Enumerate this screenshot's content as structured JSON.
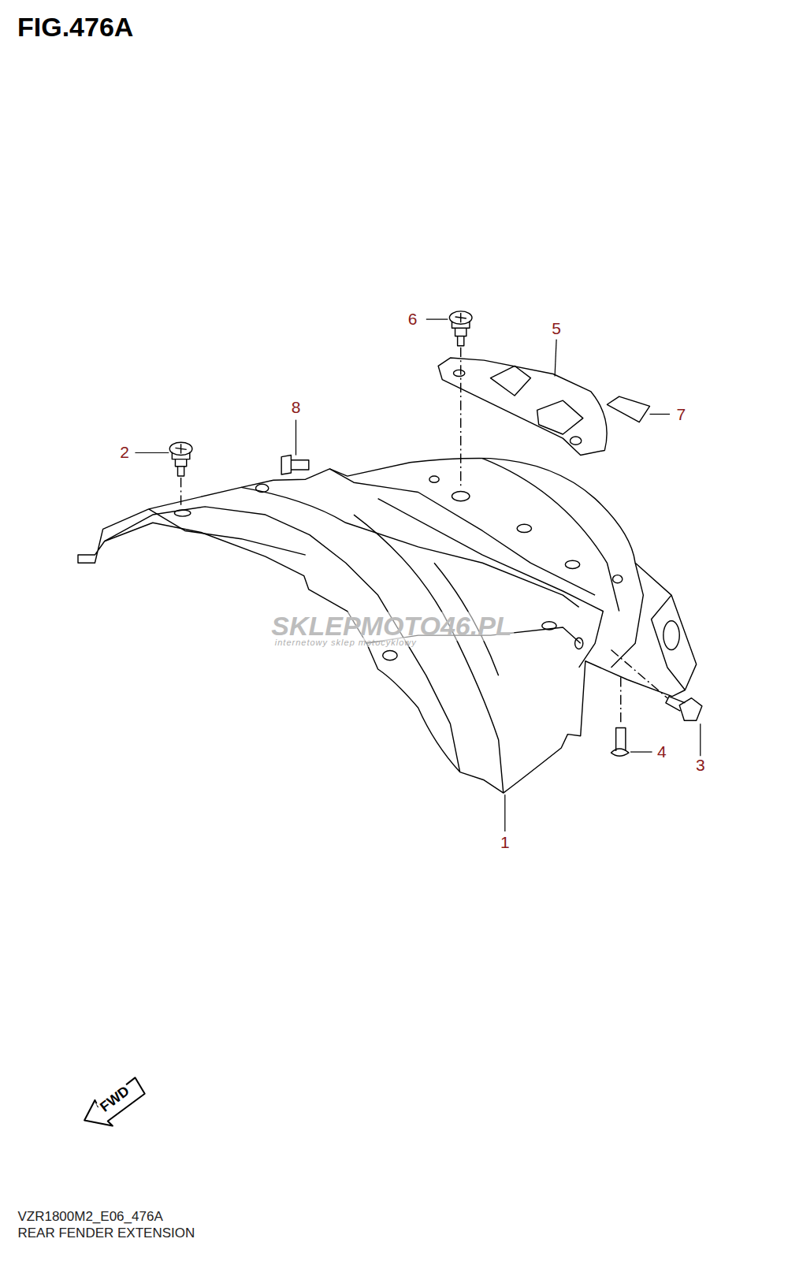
{
  "diagram": {
    "title": "FIG.476A",
    "labels": [
      "6",
      "5",
      "7",
      "8",
      "2",
      "SKLEPMOTO46.PL",
      "internetowy sklep motocyklowy",
      "4",
      "3",
      "1",
      "FWD",
      "VZR1800M2_E06_476A",
      "REAR FENDER EXTENSION"
    ]
  }
}
